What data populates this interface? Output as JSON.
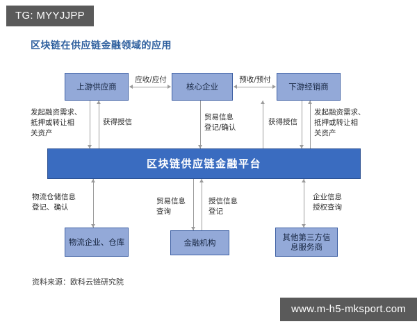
{
  "overlays": {
    "tg_badge": "TG: MYYJJPP",
    "watermark": "www.m-h5-mksport.com"
  },
  "figure": {
    "title": "区块链在供应链金融领域的应用",
    "source": "资料来源：欧科云链研究院",
    "nodes": {
      "upstream": "上游供应商",
      "core": "核心企业",
      "downstream": "下游经销商",
      "platform": "区块链供应链金融平台",
      "logistics": "物流企业、仓库",
      "financial": "金融机构",
      "thirdparty": "其他第三方信息服务商"
    },
    "edge_labels": {
      "upstream_core": "应收/应付",
      "core_downstream": "预收/预付",
      "upstream_request": "发起融资需求、\n抵押或转让相\n关资产",
      "upstream_credit": "获得授信",
      "core_trade": "贸易信息\n登记/确认",
      "core_credit": "获得授信",
      "downstream_request": "发起融资需求、\n抵押或转让相\n关资产",
      "logistics_info": "物流仓储信息\n登记、确认",
      "trade_query": "贸易信息\n查询",
      "credit_register": "授信信息\n登记",
      "enterprise_auth": "企业信息\n授权查询"
    }
  },
  "colors": {
    "title": "#2e5f9e",
    "node_fill": "#93a9d8",
    "node_border": "#3d5fa3",
    "platform_fill": "#3a6cc0",
    "line": "#9b9b9b",
    "badge_bg": "#5a5a5a"
  }
}
